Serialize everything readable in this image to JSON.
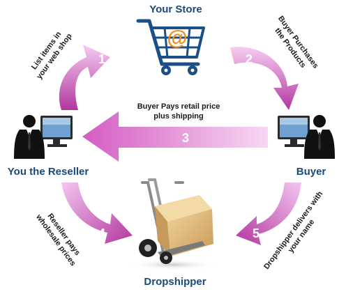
{
  "nodes": {
    "store": "Your Store",
    "reseller": "You the Reseller",
    "buyer": "Buyer",
    "dropshipper": "Dropshipper"
  },
  "steps": [
    {
      "number": "1",
      "line1": "List items in",
      "line2": "your web shop"
    },
    {
      "number": "2",
      "line1": "Buyer Purchases",
      "line2": "the Products"
    },
    {
      "number": "3",
      "line1": "Buyer Pays retail price",
      "line2": "plus shipping"
    },
    {
      "number": "4",
      "line1": "Reseller pays",
      "line2": "wholesale prices"
    },
    {
      "number": "5",
      "line1": "Dropshipper delivers with",
      "line2": "your name"
    }
  ],
  "icons": {
    "store": "shopping-cart-icon",
    "cart_symbol": "@",
    "person_left": "businessman-computer-icon",
    "person_right": "businessman-computer-icon",
    "dropshipper": "hand-truck-box-icon"
  },
  "colors": {
    "arrow_light": "#f4c6f0",
    "arrow_dark": "#a9339c",
    "title": "#1a4a7a",
    "cart_blue": "#1c4f86",
    "cart_orange": "#f28c1c"
  }
}
